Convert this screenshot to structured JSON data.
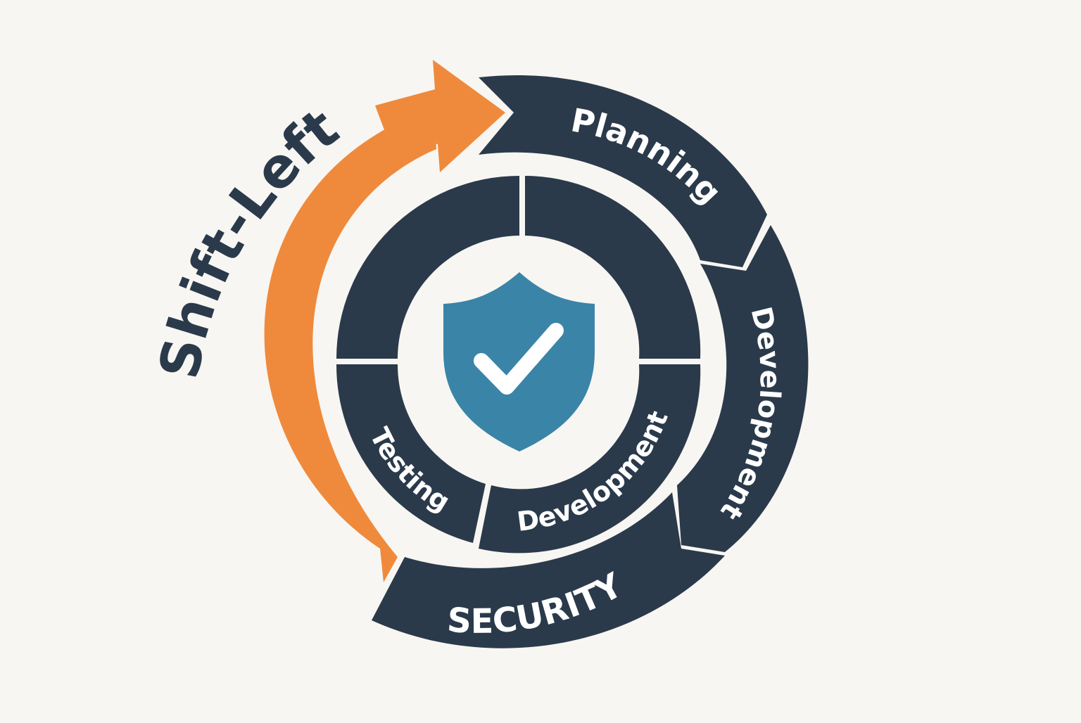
{
  "colors": {
    "background": "#F8F6F2",
    "navy": "#2A3A4B",
    "orange": "#EF8A3C",
    "shield": "#3A84A8",
    "text_light": "#FFFFFF",
    "divider": "#F8F6F2"
  },
  "title": "Shift-Left",
  "outer_ring": {
    "labels": [
      "Planning",
      "Development",
      "SECURITY"
    ]
  },
  "inner_ring": {
    "labels": [
      "Testing",
      "Development"
    ]
  },
  "center": {
    "icon": "shield-check-icon"
  }
}
